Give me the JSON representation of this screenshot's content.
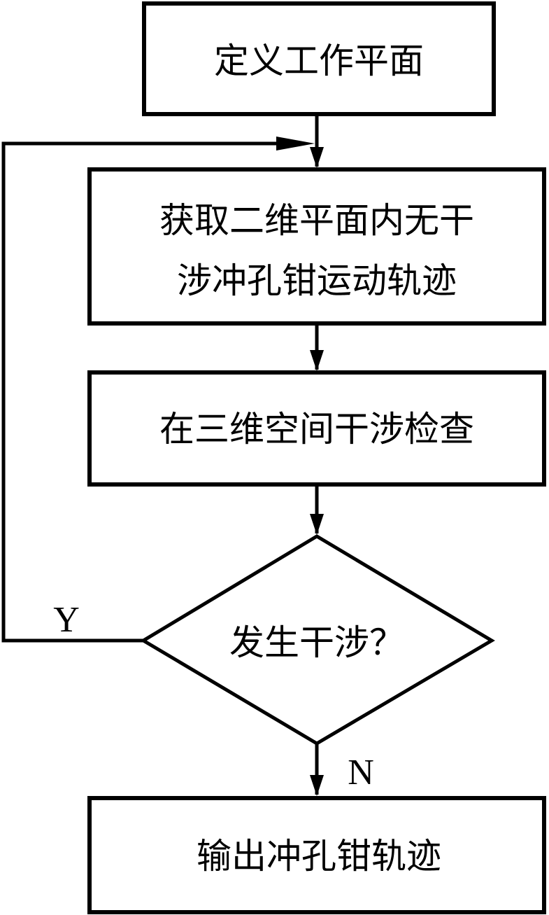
{
  "flowchart": {
    "step1": "定义工作平面",
    "step2_line1": "获取二维平面内无干",
    "step2_line2": "涉冲孔钳运动轨迹",
    "step3": "在三维空间干涉检查",
    "decision": "发生干涉？",
    "yes_label": "Y",
    "no_label": "N",
    "step4": "输出冲孔钳轨迹"
  },
  "colors": {
    "stroke": "#000000",
    "background": "#ffffff"
  }
}
